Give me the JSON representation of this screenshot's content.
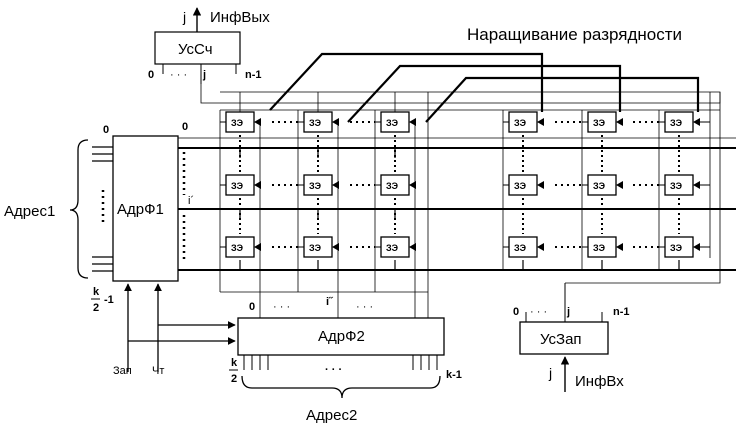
{
  "title": "Наращивание разрядности",
  "blocks": {
    "ussch": "УсСч",
    "adrf1": "АдрФ1",
    "adrf2": "АдрФ2",
    "uszap": "УсЗап",
    "cell": "ЗЭ"
  },
  "signals": {
    "inf_out": "ИнфВых",
    "inf_in": "ИнфВх",
    "address1": "Адрес1",
    "address2": "Адрес2",
    "write": "Зап",
    "read": "Чт"
  },
  "indices": {
    "zero": "0",
    "j": "j",
    "n_minus_1": "n-1",
    "i_prime": "i´",
    "i_dprime": "i˝",
    "k_minus_1": "k-1",
    "k_half_num": "k",
    "k_half_den": "2",
    "minus_1": "-1",
    "dots": "· · ·"
  }
}
